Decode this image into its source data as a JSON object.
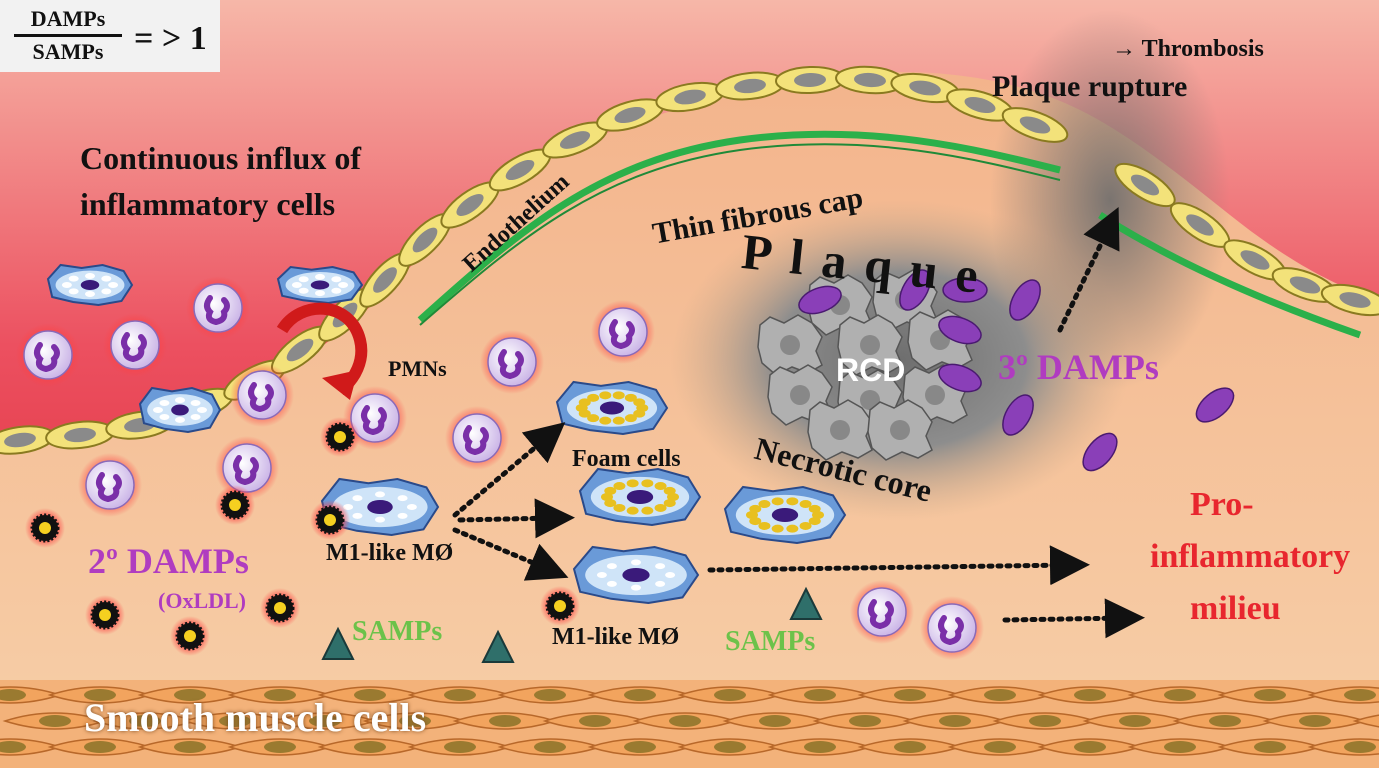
{
  "ratio": {
    "numerator": "DAMPs",
    "denominator": "SAMPs",
    "relation": "= > 1"
  },
  "labels": {
    "thrombosis": "→ Thrombosis",
    "plaque_rupture": "Plaque rupture",
    "continuous_influx_1": "Continuous influx of",
    "continuous_influx_2": "inflammatory cells",
    "endothelium": "Endothelium",
    "thin_fibrous_cap": "Thin fibrous cap",
    "plaque": "Plaque",
    "rcd": "RCD",
    "necrotic_core": "Necrotic core",
    "pmns": "PMNs",
    "foam_cells": "Foam cells",
    "tertiary_damps": "3º DAMPs",
    "secondary_damps": "2º DAMPs",
    "oxldl": "(OxLDL)",
    "m1_like_1": "M1-like MØ",
    "m1_like_2": "M1-like MØ",
    "samps_1": "SAMPs",
    "samps_2": "SAMPs",
    "pro_inflammatory_1": "Pro-",
    "pro_inflammatory_2": "inflammatory",
    "pro_inflammatory_3": "milieu",
    "smooth_muscle": "Smooth muscle cells"
  },
  "colors": {
    "lumen": "#e0303a",
    "intima": "#f4c29a",
    "endothelial_cell": "#f3e27a",
    "fibrous_cap": "#2bb04a",
    "necrotic_core": "#9a9a9a",
    "neutrophil": "#d8c6ee",
    "damp_purple": "#8a3fb8",
    "samp_triangle": "#2f6f6a",
    "smooth_muscle": "#f0a868",
    "pro_inflammatory_text": "#e8262e",
    "damps_text": "#b03cc0",
    "samps_text": "#6cc24a"
  }
}
